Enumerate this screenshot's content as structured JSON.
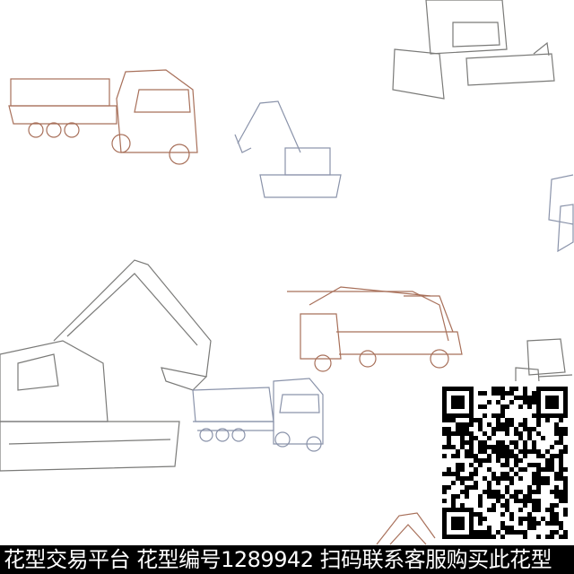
{
  "watermark": {
    "text": "花型交易平台 花型编号1289942 扫码联系客服购买此花型"
  },
  "colors": {
    "brown": "#a8705a",
    "gray": "#7a7a78",
    "blue_gray": "#8a93aa",
    "bar": "#000000"
  },
  "illustrations": [
    "tanker-truck",
    "excavator-small",
    "bulldozer",
    "excavator-large",
    "crane-truck",
    "dump-truck",
    "bulldozer-small",
    "excavator-partial",
    "truck-partial"
  ],
  "qr_code": "qr-code"
}
